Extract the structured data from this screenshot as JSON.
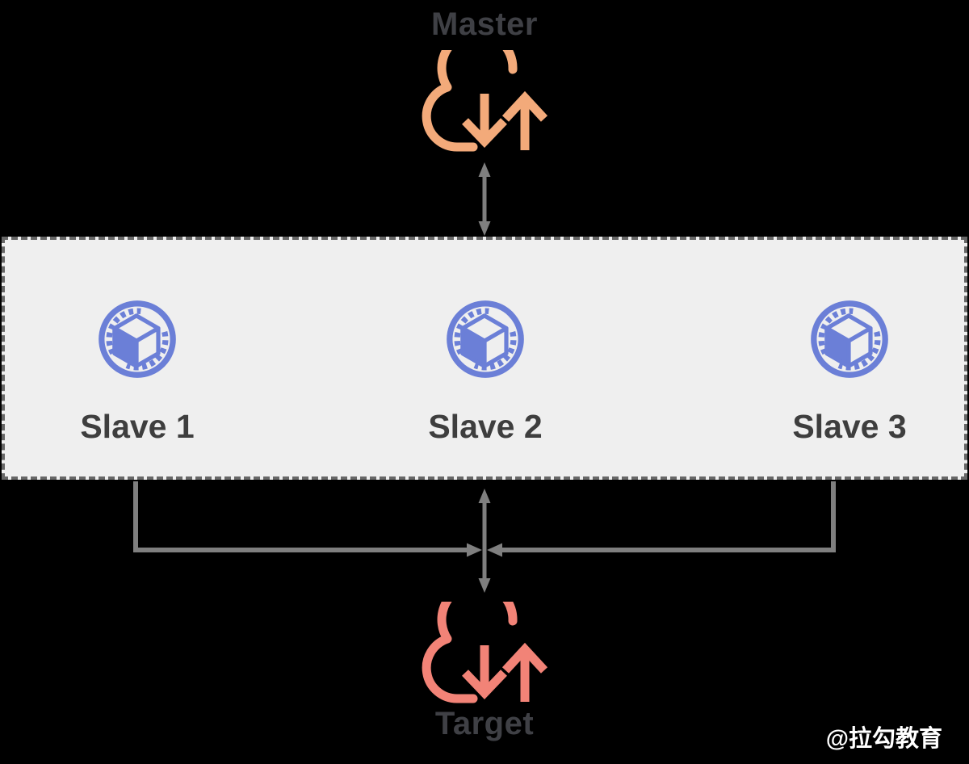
{
  "diagram": {
    "master": {
      "label": "Master"
    },
    "target": {
      "label": "Target"
    },
    "slaves": [
      {
        "label": "Slave 1"
      },
      {
        "label": "Slave 2"
      },
      {
        "label": "Slave 3"
      }
    ],
    "icons": {
      "master_icon": "cloud-sync-icon",
      "target_icon": "cloud-sync-icon",
      "slave_icon": "cube-sync-icon"
    },
    "connections": [
      "Master <-> Slave cluster (vertical double arrow)",
      "Slave 1 -> center junction",
      "Slave 3 -> center junction",
      "Slave cluster <-> Target (vertical double arrow)"
    ]
  },
  "watermark": "@拉勾教育",
  "colors": {
    "background": "#000000",
    "box_fill": "#EFEFEF",
    "box_border": "#676767",
    "connector_gray": "#7F7F7F",
    "master_orange": "#F3AA7A",
    "target_coral": "#F28377",
    "slave_blue": "#6B7FD7",
    "heading_text": "#3F4045",
    "slave_text": "#3E3E3E",
    "watermark_white": "#FFFFFF"
  }
}
